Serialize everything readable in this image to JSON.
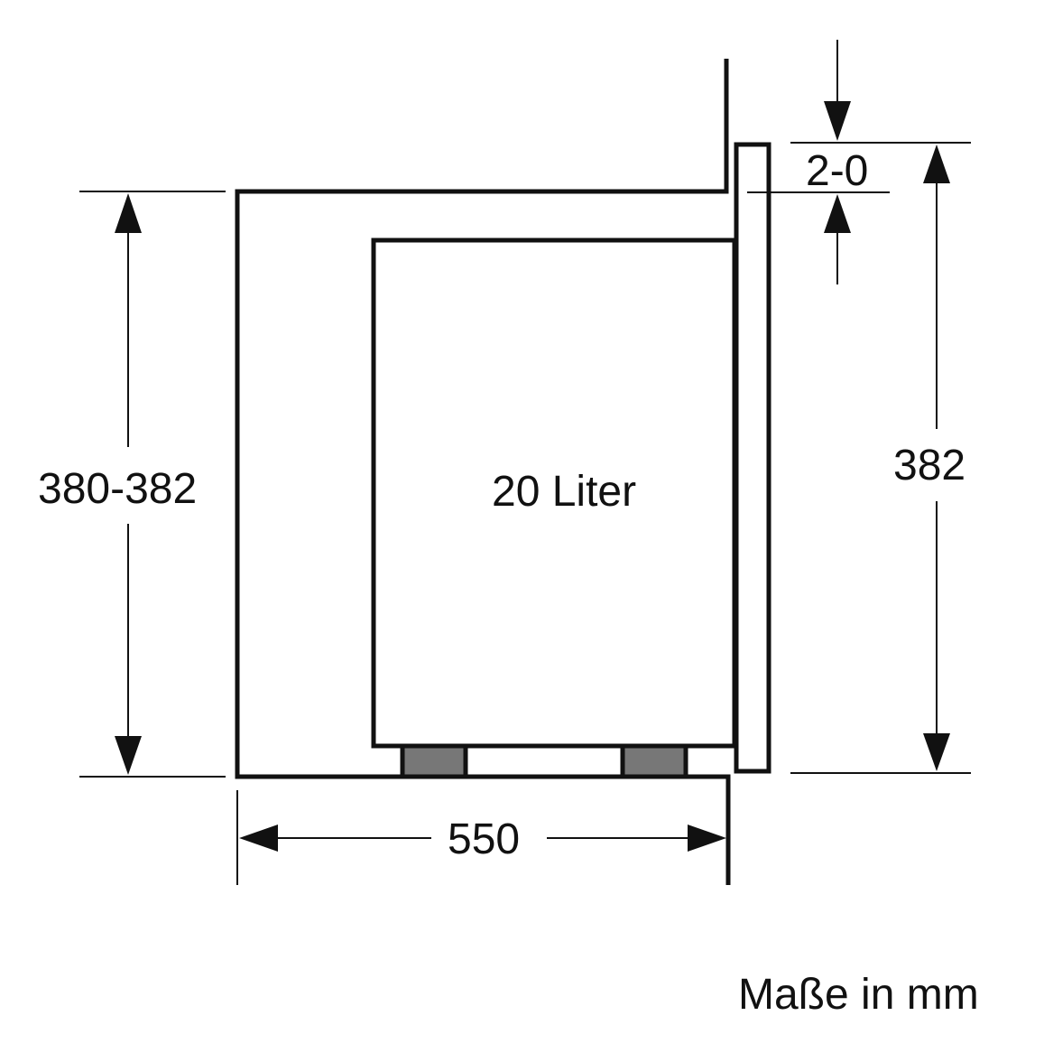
{
  "drawing": {
    "volume_label": "20 Liter",
    "units_note": "Maße in mm",
    "dimensions": {
      "niche_height": "380-382",
      "appliance_height": "382",
      "depth": "550",
      "top_offset": "2-0"
    },
    "colors": {
      "line": "#111111",
      "feet": "#777777",
      "background": "#ffffff"
    }
  }
}
